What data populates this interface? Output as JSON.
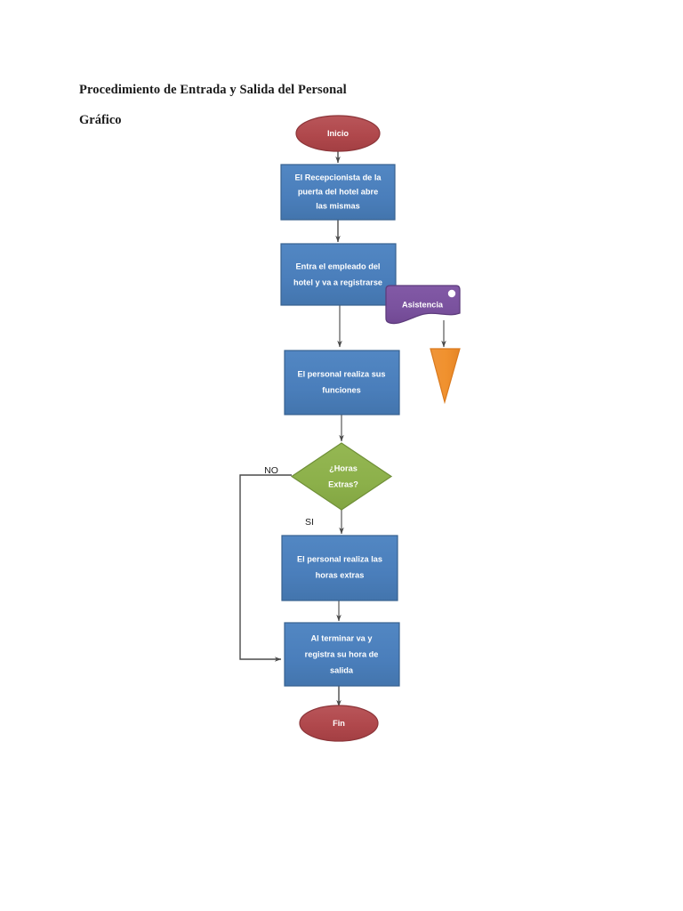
{
  "document": {
    "title": "Procedimiento de Entrada y Salida del Personal",
    "subtitle": "Gráfico"
  },
  "colors": {
    "terminator_fill": "#b0484c",
    "terminator_stroke": "#8c3539",
    "process_fill": "#4a7ebb",
    "process_stroke": "#37618f",
    "decision_fill": "#8cb04a",
    "decision_stroke": "#6f8f37",
    "data_fill": "#7a529e",
    "data_stroke": "#5d3c7c",
    "arrow_fill": "#f0912e",
    "arrow_stroke": "#d9791d",
    "connector": "#5a5a5a",
    "label_text": "#ffffff",
    "branch_text": "#1a1a1a",
    "dot": "#ffffff",
    "background": "#ffffff"
  },
  "flowchart": {
    "nodes": [
      {
        "id": "start",
        "type": "terminator",
        "label": "Inicio"
      },
      {
        "id": "reception",
        "type": "process",
        "label_lines": [
          "El Recepcionista de la",
          "puerta del hotel abre",
          "las mismas"
        ]
      },
      {
        "id": "employee",
        "type": "process",
        "label_lines": [
          "Entra el empleado del",
          "hotel y va a registrarse"
        ]
      },
      {
        "id": "attendance",
        "type": "data",
        "label": "Asistencia"
      },
      {
        "id": "orange",
        "type": "arrow-shape",
        "label": ""
      },
      {
        "id": "functions",
        "type": "process",
        "label_lines": [
          "El personal realiza sus",
          "funciones"
        ]
      },
      {
        "id": "decision",
        "type": "decision",
        "label_lines": [
          "¿Horas",
          "Extras?"
        ]
      },
      {
        "id": "overtime",
        "type": "process",
        "label_lines": [
          "El personal realiza las",
          "horas extras"
        ]
      },
      {
        "id": "checkout",
        "type": "process",
        "label_lines": [
          "Al terminar va y",
          "registra su hora de",
          "salida"
        ]
      },
      {
        "id": "end",
        "type": "terminator",
        "label": "Fin"
      }
    ],
    "branch_labels": {
      "no": "NO",
      "si": "SI"
    }
  }
}
